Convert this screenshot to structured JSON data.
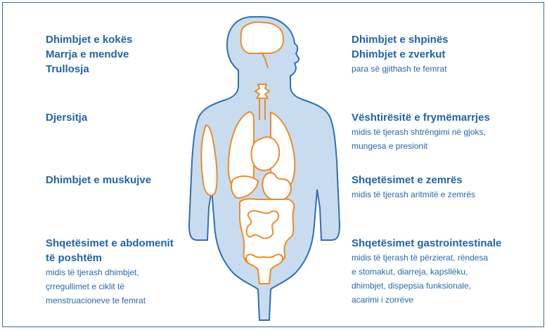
{
  "left": {
    "group1": [
      "Dhimbjet e kokës",
      "Marrja e mendve",
      "Trullosja"
    ],
    "group2": "Djersitja",
    "group3": "Dhimbjet e muskujve",
    "group4": {
      "title_line1": "Shqetësimet e abdomenit",
      "title_line2": "të poshtëm",
      "sub": [
        "midis të tjerash dhimbjet,",
        "çrregullimet e ciklit të",
        "menstruacioneve te femrat"
      ]
    }
  },
  "right": {
    "group1": {
      "titles": [
        "Dhimbjet e shpinës",
        "Dhimbjet e zverkut"
      ],
      "sub": "para së gjithash te femrat"
    },
    "group2": {
      "title": "Vështirësitë e frymëmarrjes",
      "sub": [
        "midis të tjerash shtrëngimi në gjoks,",
        "mungesa e presionit"
      ]
    },
    "group3": {
      "title": "Shqetësimet e zemrës",
      "sub": "midis të tjerash aritmitë e zemrës"
    },
    "group4": {
      "title": "Shqetësimet gastrointestinale",
      "sub": [
        "midis të tjerash të përzierat, rëndesa",
        "e stomakut, diarreja, kapsllëku,",
        "dhimbjet, dispepsia funksionale,",
        "acarimi i zorrëve"
      ]
    }
  },
  "colors": {
    "text_blue": "#1f63ad",
    "frame_blue": "#2f6fb6",
    "body_fill": "#c8dcef",
    "organ_orange": "#f08a24"
  }
}
